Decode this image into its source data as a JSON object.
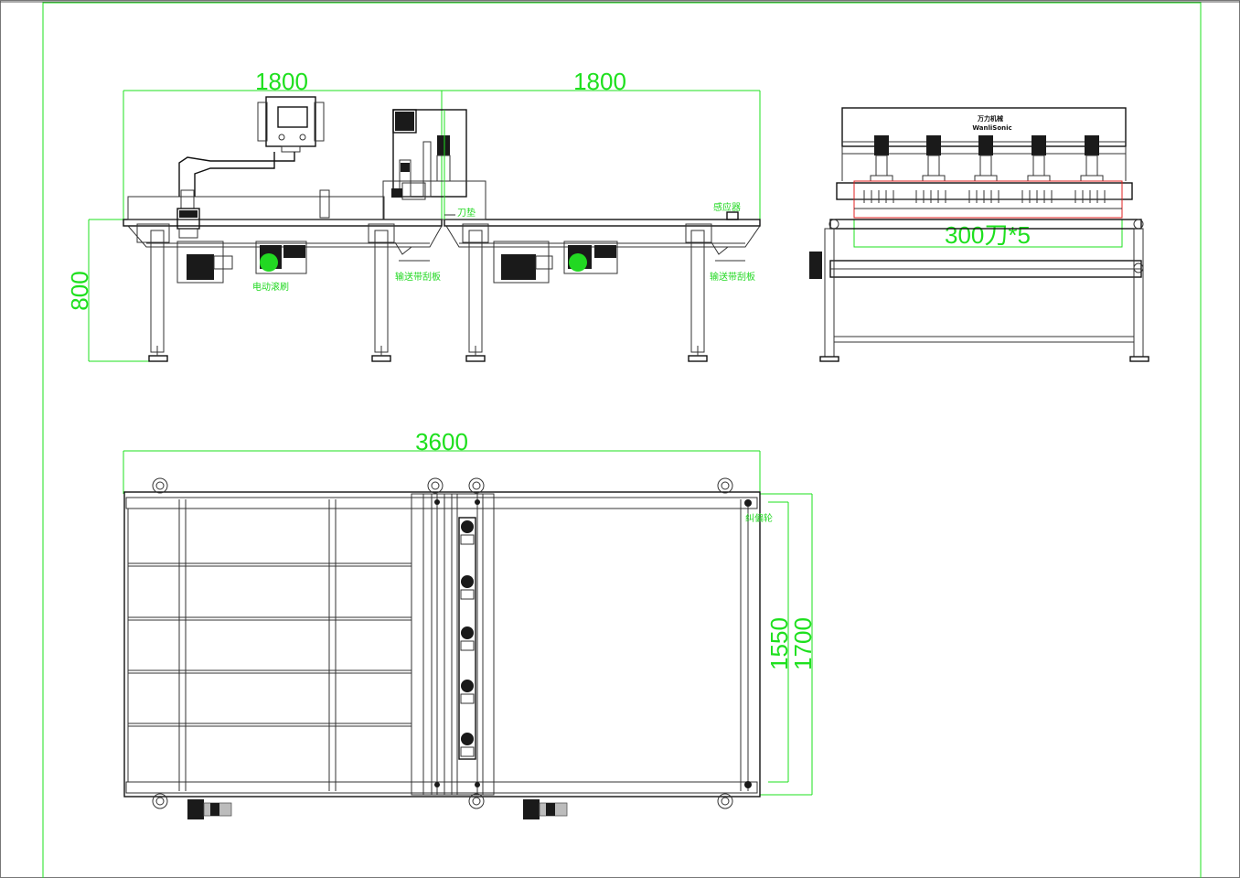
{
  "colors": {
    "dimension": "#1ee01e",
    "linework": "#333333",
    "highlight": "#e02020",
    "background": "#ffffff"
  },
  "side_view": {
    "dim_left_length": "1800",
    "dim_right_length": "1800",
    "dim_height": "800",
    "label_electric_brush": "电动滚刷",
    "label_conveyor_scraper_left": "输送带刮板",
    "label_conveyor_scraper_right": "输送带刮板",
    "label_blade_pad": "刀垫",
    "label_sensor": "感应器"
  },
  "front_view": {
    "brand_cn": "万力机械",
    "brand_en": "WanliSonic",
    "dim_blades": "300刀*5"
  },
  "top_view": {
    "dim_total_length": "3600",
    "dim_inner_width": "1550",
    "dim_outer_width": "1700",
    "label_guide_wheel": "纠偏轮"
  }
}
